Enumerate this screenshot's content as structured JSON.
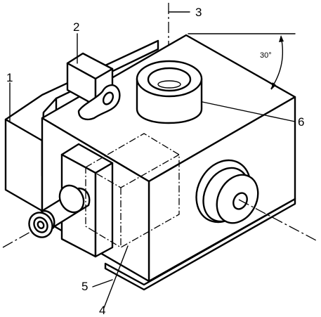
{
  "labels": {
    "l1": "1",
    "l2": "2",
    "l3": "3",
    "l4": "4",
    "l5": "5",
    "l6": "6"
  },
  "angle": "30°"
}
